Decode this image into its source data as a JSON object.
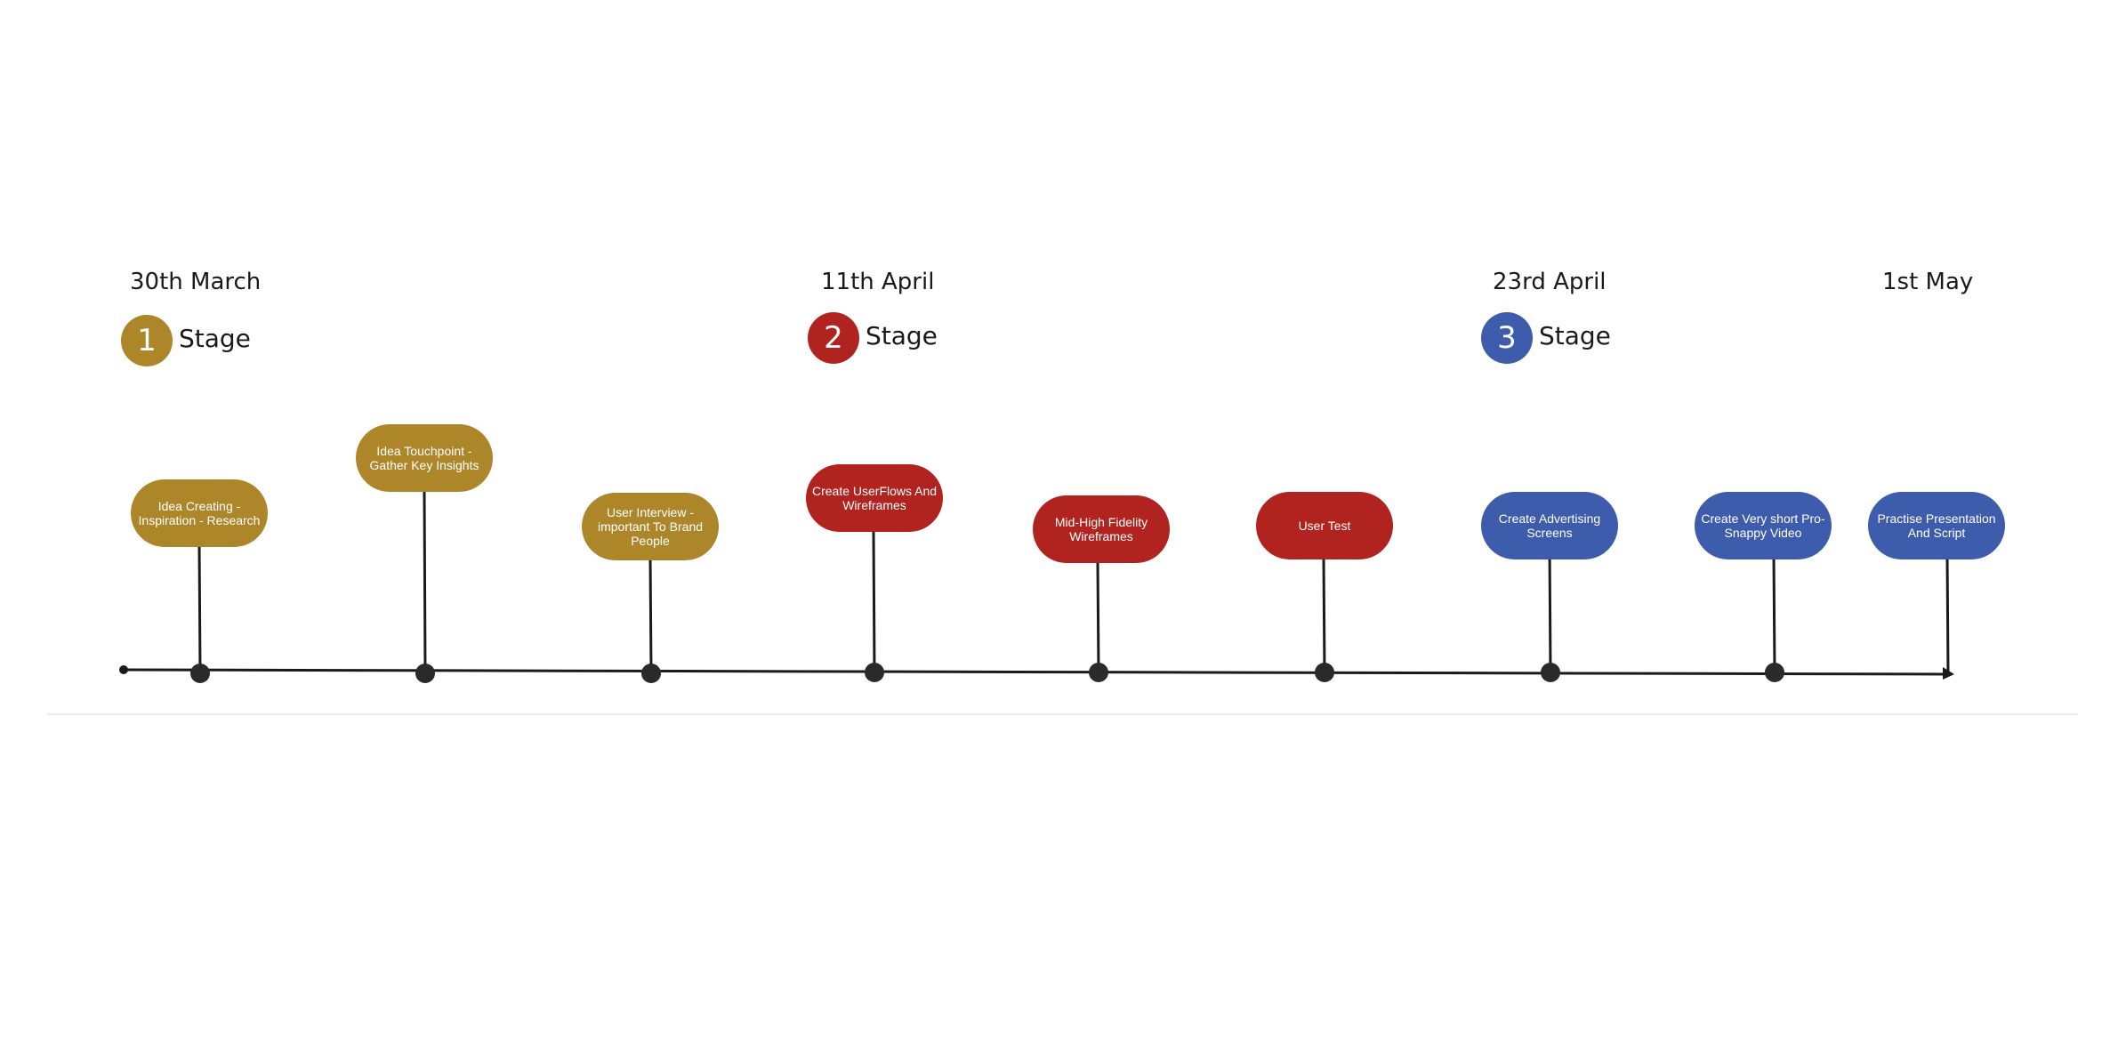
{
  "milestones": {
    "m1": "30th March",
    "m2": "11th April",
    "m3": "23rd April",
    "m4": "1st May"
  },
  "stages": [
    {
      "number": "1",
      "label": "Stage",
      "color": "#ad862a"
    },
    {
      "number": "2",
      "label": "Stage",
      "color": "#b0231f"
    },
    {
      "number": "3",
      "label": "Stage",
      "color": "#3d5cab"
    }
  ],
  "tasks": [
    {
      "text": "Idea Creating  - Inspiration - Research",
      "stage": "1"
    },
    {
      "text": "Idea Touchpoint - Gather Key Insights",
      "stage": "1"
    },
    {
      "text": "User Interview - important To Brand People",
      "stage": "1"
    },
    {
      "text": "Create UserFlows And Wireframes",
      "stage": "2"
    },
    {
      "text": "Mid-High Fidelity Wireframes",
      "stage": "2"
    },
    {
      "text": "User Test",
      "stage": "2"
    },
    {
      "text": "Create Advertising Screens",
      "stage": "3"
    },
    {
      "text": "Create Very short Pro-Snappy Video",
      "stage": "3"
    },
    {
      "text": "Practise Presentation And Script",
      "stage": "3"
    }
  ],
  "colors": {
    "stage1": "#ad862a",
    "stage2": "#b0231f",
    "stage3": "#3d5cab",
    "line": "#1a1a1a"
  }
}
